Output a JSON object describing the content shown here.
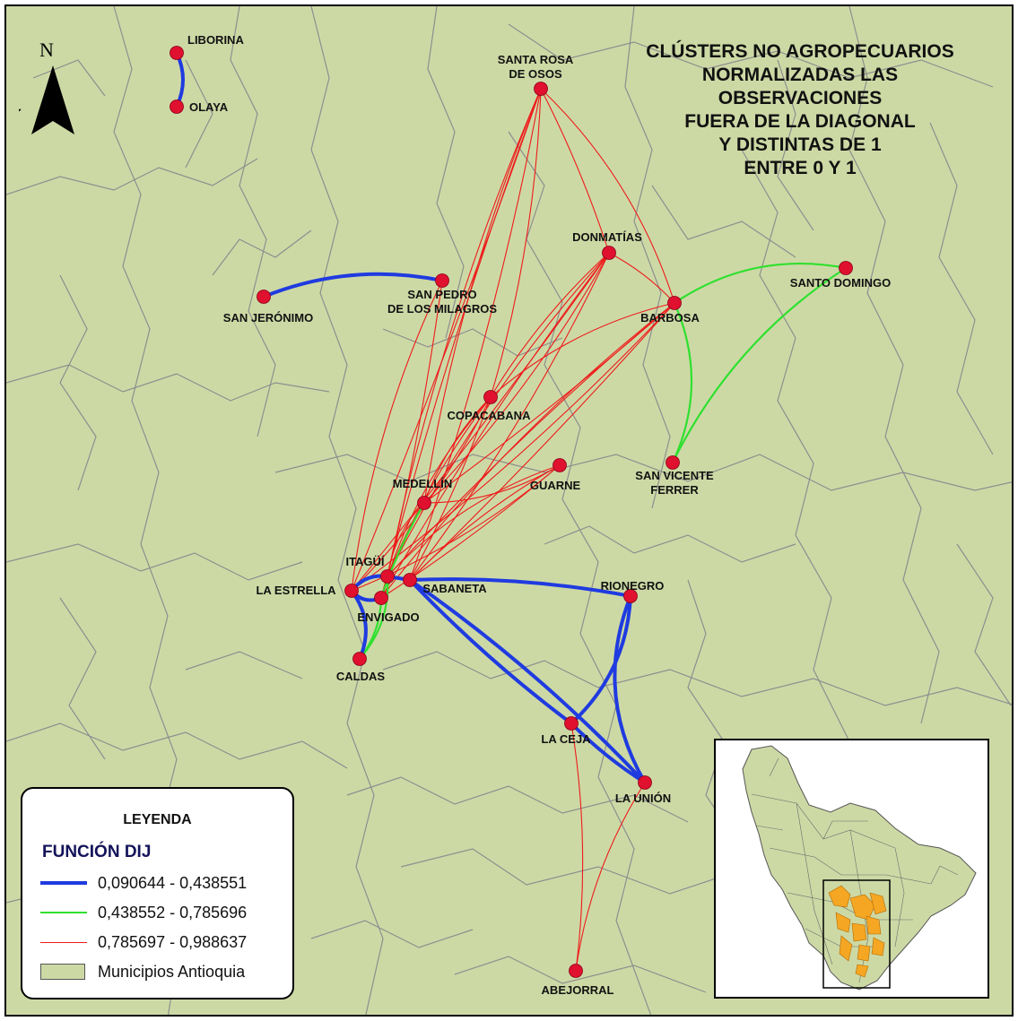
{
  "title_lines": [
    "CLÚSTERS NO AGROPECUARIOS",
    "NORMALIZADAS LAS",
    "OBSERVACIONES",
    "FUERA DE LA DIAGONAL",
    "Y DISTINTAS DE 1",
    "ENTRE 0 Y 1"
  ],
  "north_label": "N",
  "stray_glyph": "í",
  "legend": {
    "title": "LEYENDA",
    "subtitle": "FUNCIÓN DIJ",
    "items": [
      {
        "label": "0,090644 - 0,438551",
        "color": "#1f3be0",
        "kind": "line-thick"
      },
      {
        "label": "0,438552 - 0,785696",
        "color": "#2fe02f",
        "kind": "line-medium"
      },
      {
        "label": "0,785697 - 0,988637",
        "color": "#ee1b1b",
        "kind": "line-thin"
      },
      {
        "label": "Municipios Antioquia",
        "color": "#cdd9a5",
        "kind": "polygon"
      }
    ]
  },
  "colors": {
    "map_fill": "#cdd9a5",
    "boundary": "#8e8e8e",
    "node": "#e0102f",
    "blue": "#1f3be0",
    "green": "#2fe02f",
    "red": "#ee1b1b",
    "inset_highlight": "#f5a623"
  },
  "places": [
    {
      "id": "liborina",
      "label_lines": [
        "LIBORINA"
      ]
    },
    {
      "id": "olaya",
      "label_lines": [
        "OLAYA"
      ]
    },
    {
      "id": "santa_rosa",
      "label_lines": [
        "SANTA ROSA",
        "DE OSOS"
      ]
    },
    {
      "id": "donmatias",
      "label_lines": [
        "DONMATÍAS"
      ]
    },
    {
      "id": "santo_domingo",
      "label_lines": [
        "SANTO DOMINGO"
      ]
    },
    {
      "id": "barbosa",
      "label_lines": [
        "BARBOSA"
      ]
    },
    {
      "id": "san_jeronimo",
      "label_lines": [
        "SAN JERÓNIMO"
      ]
    },
    {
      "id": "san_pedro",
      "label_lines": [
        "SAN PEDRO",
        "DE LOS MILAGROS"
      ]
    },
    {
      "id": "copacabana",
      "label_lines": [
        "COPACABANA"
      ]
    },
    {
      "id": "guarne",
      "label_lines": [
        "GUARNE"
      ]
    },
    {
      "id": "san_vicente",
      "label_lines": [
        "SAN VICENTE",
        "FERRER"
      ]
    },
    {
      "id": "medellin",
      "label_lines": [
        "MEDELLÍN"
      ]
    },
    {
      "id": "itagui",
      "label_lines": [
        "ITAGÜÍ"
      ]
    },
    {
      "id": "la_estrella",
      "label_lines": [
        "LA ESTRELLA"
      ]
    },
    {
      "id": "envigado",
      "label_lines": [
        "ENVIGADO"
      ]
    },
    {
      "id": "sabaneta",
      "label_lines": [
        "SABANETA"
      ]
    },
    {
      "id": "caldas",
      "label_lines": [
        "CALDAS"
      ]
    },
    {
      "id": "rionegro",
      "label_lines": [
        "RIONEGRO"
      ]
    },
    {
      "id": "la_ceja",
      "label_lines": [
        "LA CEJA"
      ]
    },
    {
      "id": "la_union",
      "label_lines": [
        "LA UNIÓN"
      ]
    },
    {
      "id": "abejorral",
      "label_lines": [
        "ABEJORRAL"
      ]
    }
  ],
  "links": [
    {
      "from": "liborina",
      "to": "olaya",
      "class": "blue"
    },
    {
      "from": "san_jeronimo",
      "to": "san_pedro",
      "class": "blue"
    },
    {
      "from": "la_estrella",
      "to": "caldas",
      "class": "blue"
    },
    {
      "from": "la_estrella",
      "to": "envigado",
      "class": "blue"
    },
    {
      "from": "itagui",
      "to": "la_estrella",
      "class": "blue"
    },
    {
      "from": "itagui",
      "to": "sabaneta",
      "class": "blue"
    },
    {
      "from": "sabaneta",
      "to": "rionegro",
      "class": "blue"
    },
    {
      "from": "sabaneta",
      "to": "la_ceja",
      "class": "blue"
    },
    {
      "from": "sabaneta",
      "to": "la_union",
      "class": "blue"
    },
    {
      "from": "rionegro",
      "to": "la_ceja",
      "class": "blue"
    },
    {
      "from": "rionegro",
      "to": "la_union",
      "class": "blue"
    },
    {
      "from": "la_ceja",
      "to": "la_union",
      "class": "blue"
    },
    {
      "from": "barbosa",
      "to": "santo_domingo",
      "class": "green"
    },
    {
      "from": "barbosa",
      "to": "san_vicente",
      "class": "green"
    },
    {
      "from": "santo_domingo",
      "to": "san_vicente",
      "class": "green"
    },
    {
      "from": "medellin",
      "to": "envigado",
      "class": "green"
    },
    {
      "from": "caldas",
      "to": "envigado",
      "class": "green"
    },
    {
      "from": "caldas",
      "to": "itagui",
      "class": "green"
    },
    {
      "from": "santa_rosa",
      "to": "donmatias",
      "class": "red"
    },
    {
      "from": "santa_rosa",
      "to": "barbosa",
      "class": "red"
    },
    {
      "from": "santa_rosa",
      "to": "copacabana",
      "class": "red"
    },
    {
      "from": "santa_rosa",
      "to": "itagui",
      "class": "red"
    },
    {
      "from": "santa_rosa",
      "to": "la_estrella",
      "class": "red"
    },
    {
      "from": "santa_rosa",
      "to": "envigado",
      "class": "red"
    },
    {
      "from": "santa_rosa",
      "to": "sabaneta",
      "class": "red"
    },
    {
      "from": "santa_rosa",
      "to": "medellin",
      "class": "red"
    },
    {
      "from": "donmatias",
      "to": "barbosa",
      "class": "red"
    },
    {
      "from": "donmatias",
      "to": "copacabana",
      "class": "red"
    },
    {
      "from": "donmatias",
      "to": "medellin",
      "class": "red"
    },
    {
      "from": "donmatias",
      "to": "itagui",
      "class": "red"
    },
    {
      "from": "donmatias",
      "to": "la_estrella",
      "class": "red"
    },
    {
      "from": "donmatias",
      "to": "envigado",
      "class": "red"
    },
    {
      "from": "donmatias",
      "to": "sabaneta",
      "class": "red"
    },
    {
      "from": "barbosa",
      "to": "copacabana",
      "class": "red"
    },
    {
      "from": "barbosa",
      "to": "medellin",
      "class": "red"
    },
    {
      "from": "barbosa",
      "to": "itagui",
      "class": "red"
    },
    {
      "from": "barbosa",
      "to": "la_estrella",
      "class": "red"
    },
    {
      "from": "barbosa",
      "to": "envigado",
      "class": "red"
    },
    {
      "from": "barbosa",
      "to": "sabaneta",
      "class": "red"
    },
    {
      "from": "copacabana",
      "to": "itagui",
      "class": "red"
    },
    {
      "from": "copacabana",
      "to": "la_estrella",
      "class": "red"
    },
    {
      "from": "copacabana",
      "to": "envigado",
      "class": "red"
    },
    {
      "from": "copacabana",
      "to": "sabaneta",
      "class": "red"
    },
    {
      "from": "copacabana",
      "to": "medellin",
      "class": "red"
    },
    {
      "from": "guarne",
      "to": "medellin",
      "class": "red"
    },
    {
      "from": "guarne",
      "to": "itagui",
      "class": "red"
    },
    {
      "from": "guarne",
      "to": "envigado",
      "class": "red"
    },
    {
      "from": "guarne",
      "to": "sabaneta",
      "class": "red"
    },
    {
      "from": "guarne",
      "to": "la_estrella",
      "class": "red"
    },
    {
      "from": "san_pedro",
      "to": "la_estrella",
      "class": "red"
    },
    {
      "from": "san_pedro",
      "to": "itagui",
      "class": "red"
    },
    {
      "from": "medellin",
      "to": "itagui",
      "class": "red"
    },
    {
      "from": "la_ceja",
      "to": "abejorral",
      "class": "red"
    },
    {
      "from": "la_union",
      "to": "abejorral",
      "class": "red"
    }
  ]
}
